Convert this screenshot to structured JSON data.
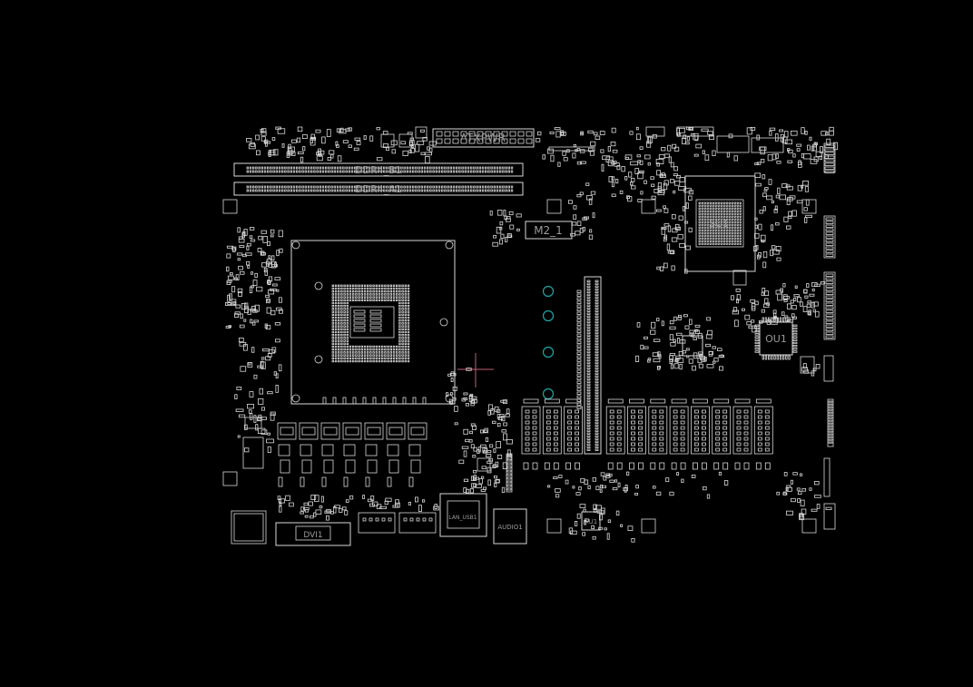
{
  "viewer": {
    "title": "",
    "background": "#000000",
    "outline_color": "#d8d8d8",
    "label_color": "#9a9a9a",
    "via_color": "#1fa6a6",
    "cursor_color": "#c06070"
  },
  "board": {
    "parts": [
      {
        "id": "atxpwr",
        "label": "ATXPWR"
      },
      {
        "id": "ddr4-b1",
        "label": "DDR4_B1"
      },
      {
        "id": "ddr4-a1",
        "label": "DDR4_A1"
      },
      {
        "id": "m2",
        "label": "M2_1"
      },
      {
        "id": "pch",
        "label": "SU1"
      },
      {
        "id": "superio",
        "label": "OU1"
      },
      {
        "id": "dvi",
        "label": "DVI1"
      },
      {
        "id": "audio-codec",
        "label": "AU1"
      },
      {
        "id": "audio-jack",
        "label": "AUDIO1"
      },
      {
        "id": "lan",
        "label": "LAN_USB1"
      }
    ]
  }
}
